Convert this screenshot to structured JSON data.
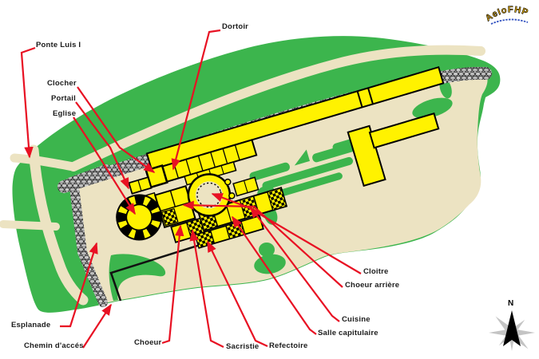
{
  "labels": {
    "ponte": "Ponte Luis I",
    "dortoir": "Dortoir",
    "clocher": "Clocher",
    "portail": "Portail",
    "eglise": "Eglise",
    "esplanade": "Esplanade",
    "chemin": "Chemin d'accés",
    "choeur": "Choeur",
    "sacristie": "Sacristie",
    "refectoire": "Refectoire",
    "salle": "Salle capitulaire",
    "cuisine": "Cuisine",
    "choeur_arriere": "Choeur arrière",
    "cloitre": "Cloitre"
  },
  "compass": {
    "north": "N"
  },
  "logo": {
    "text": "AeIoFHP"
  },
  "colors": {
    "grass": "#3cb54d",
    "ground": "#ece3c2",
    "building": "#fff200",
    "wall": "#c6c6c6",
    "leader": "#e81123"
  }
}
